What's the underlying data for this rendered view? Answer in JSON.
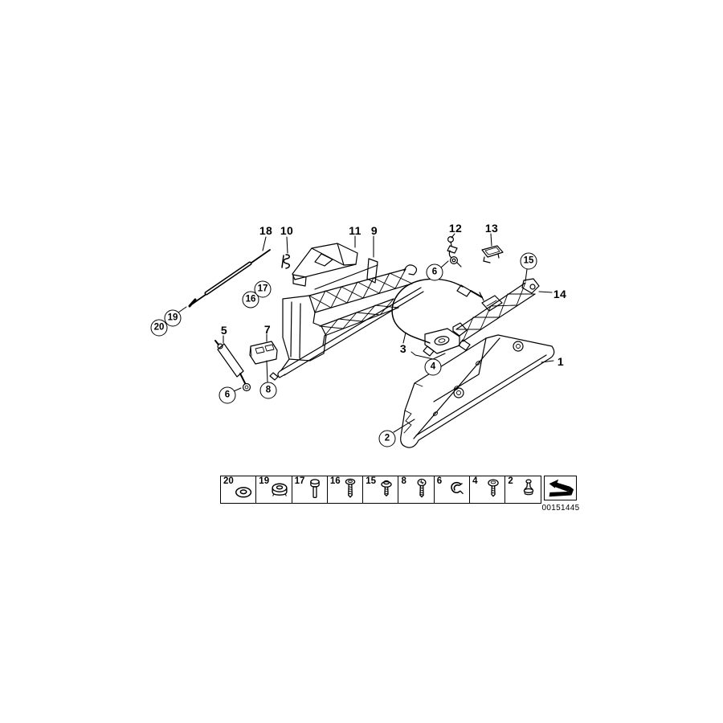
{
  "doc_number": "00151445",
  "colors": {
    "line": "#000000",
    "background": "#ffffff"
  },
  "callouts": {
    "plain": [
      {
        "label": "18"
      },
      {
        "label": "10"
      },
      {
        "label": "11"
      },
      {
        "label": "9"
      },
      {
        "label": "12"
      },
      {
        "label": "13"
      },
      {
        "label": "5"
      },
      {
        "label": "7"
      },
      {
        "label": "3"
      },
      {
        "label": "14"
      },
      {
        "label": "1"
      }
    ],
    "circled": [
      {
        "label": "17"
      },
      {
        "label": "16"
      },
      {
        "label": "19"
      },
      {
        "label": "20"
      },
      {
        "label": "6"
      },
      {
        "label": "15"
      },
      {
        "label": "6"
      },
      {
        "label": "8"
      },
      {
        "label": "4"
      },
      {
        "label": "2"
      }
    ]
  },
  "legend": {
    "items": [
      {
        "number": "20",
        "icon": "washer-icon"
      },
      {
        "number": "19",
        "icon": "grommet-icon"
      },
      {
        "number": "17",
        "icon": "hex-bolt-icon"
      },
      {
        "number": "16",
        "icon": "pan-head-screw-icon"
      },
      {
        "number": "15",
        "icon": "flange-screw-icon"
      },
      {
        "number": "8",
        "icon": "round-head-screw-icon"
      },
      {
        "number": "6",
        "icon": "spring-clip-icon"
      },
      {
        "number": "4",
        "icon": "oval-head-screw-icon"
      },
      {
        "number": "2",
        "icon": "expanding-rivet-icon"
      }
    ],
    "direction_arrow_icon": "direction-arrow-icon"
  }
}
